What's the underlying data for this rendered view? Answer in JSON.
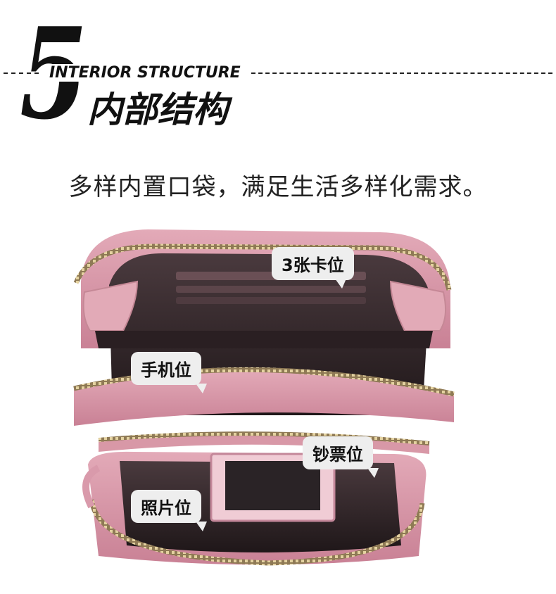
{
  "header": {
    "number": "5",
    "subtitle_en": "INTERIOR STRUCTURE",
    "title_cn": "内部结构"
  },
  "tagline": "多样内置口袋，满足生活多样化需求。",
  "callouts": {
    "card_slots": "3张卡位",
    "phone_slot": "手机位",
    "cash_slot": "钞票位",
    "photo_slot": "照片位"
  },
  "colors": {
    "leather_pink": "#d79aa9",
    "leather_dark": "#b66f83",
    "lining": "#3a2c30",
    "zipper": "#c9b27b",
    "text": "#111111"
  }
}
